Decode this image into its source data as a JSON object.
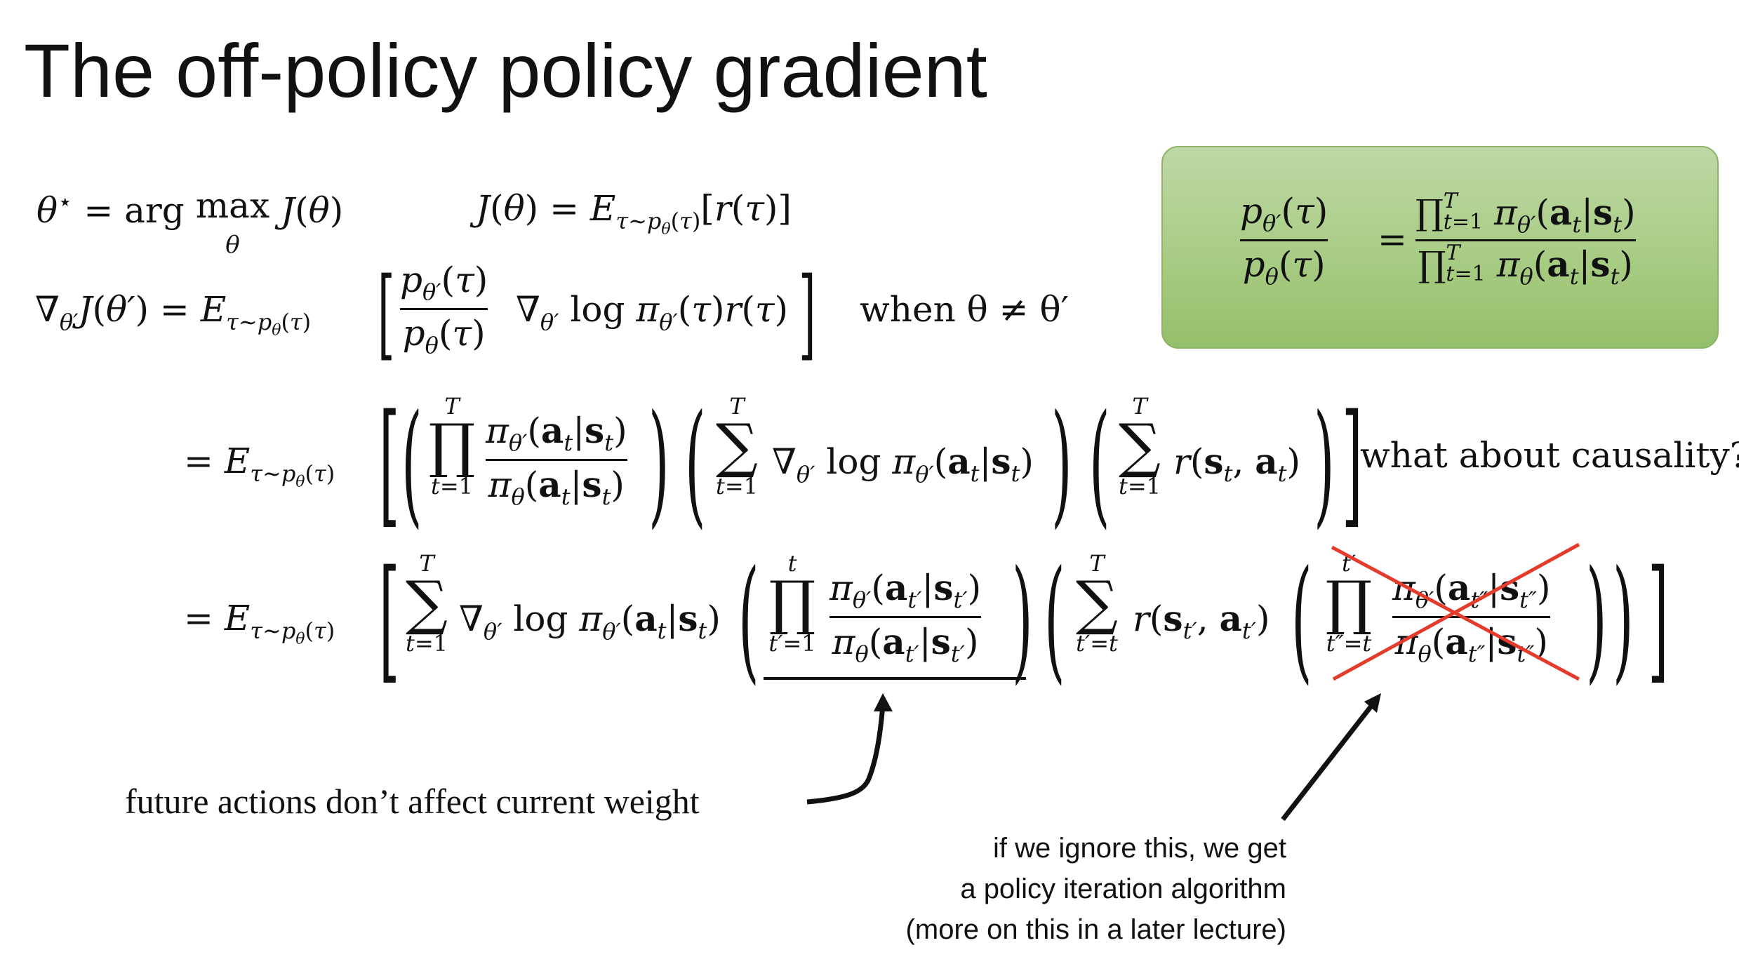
{
  "slide": {
    "title": "The off-policy policy gradient"
  },
  "equations": {
    "argmax": "θ* = arg max J(θ)",
    "argmax_sub": "θ",
    "objective": "J(θ) = E_{τ∼pθ(τ)}[r(τ)]",
    "gradient_lhs": "∇_{θ′} J(θ′) = E_{τ∼pθ(τ)}",
    "gradient_bracket": "[ (p_{θ′}(τ) / p_θ(τ)) ∇_{θ′} log π_{θ′}(τ) r(τ) ]",
    "when_text": "when θ ≠ θ′",
    "expanded": "= E_{τ∼pθ(τ)} [ ( ∏_{t=1}^{T} π_{θ′}(a_t|s_t) / π_θ(a_t|s_t) ) ( ∑_{t=1}^{T} ∇_{θ′} log π_{θ′}(a_t|s_t) ) ( ∑_{t=1}^{T} r(s_t, a_t) ) ]",
    "causality_question": "what about causality?",
    "causal": "= E_{τ∼pθ(τ)} [ ∑_{t=1}^{T} ∇_{θ′} log π_{θ′}(a_t|s_t) ( ∏_{t′=1}^{t} π_{θ′}(a_{t′}|s_{t′}) / π_θ(a_{t′}|s_{t′}) ) ( ∑_{t′=t}^{T} r(s_{t′}, a_{t′}) ( ∏_{t″=t}^{t′} π_{θ′}(a_{t″}|s_{t″}) / π_θ(a_{t″}|s_{t″}) ) ) ]"
  },
  "green_box": {
    "equation": "p_{θ′}(τ) / p_θ(τ) = ∏_{t=1}^{T} π_{θ′}(a_t|s_t) / ∏_{t=1}^{T} π_θ(a_t|s_t)",
    "color": "#a8cc84"
  },
  "annotations": {
    "future_actions": "future actions don’t affect current weight",
    "policy_iteration": [
      "if we ignore this, we get",
      "a policy iteration algorithm",
      "(more on this in a later lecture)"
    ],
    "cross_color": "#e53b2c"
  }
}
